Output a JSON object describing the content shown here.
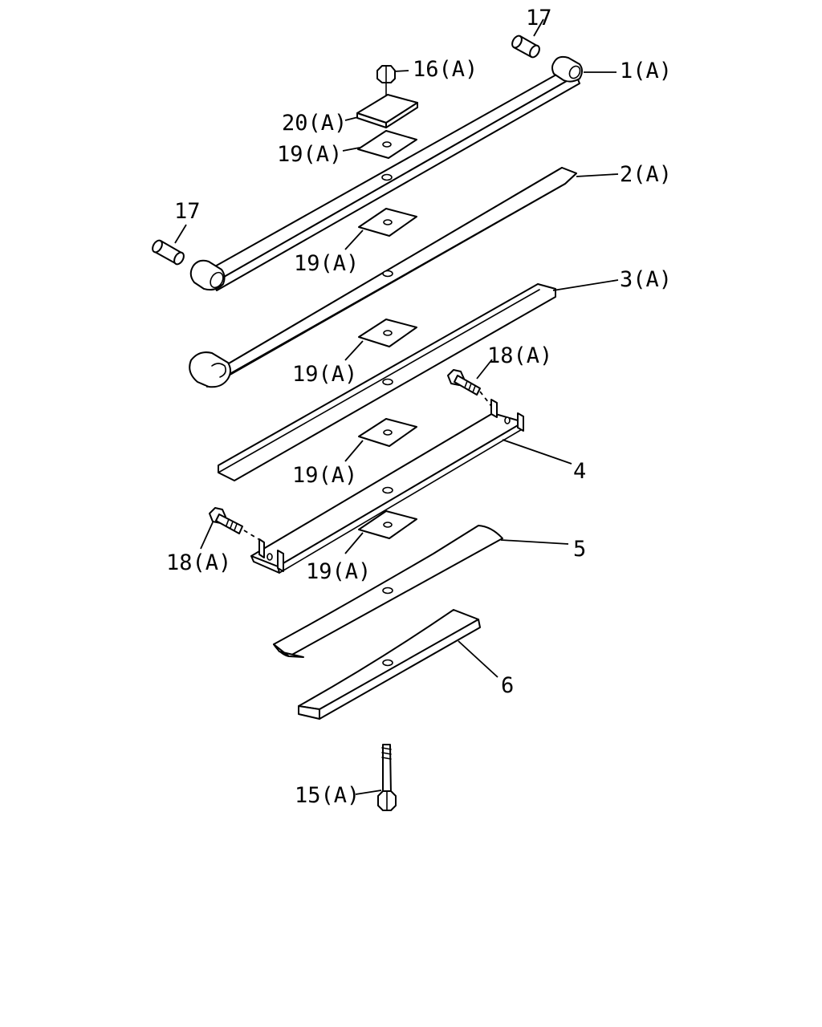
{
  "colors": {
    "line": "#000000",
    "background": "#ffffff"
  },
  "labels": {
    "l17_top": "17",
    "l16": "16(A)",
    "l1": "1(A)",
    "l20": "20(A)",
    "l19_a": "19(A)",
    "l2": "2(A)",
    "l17_left": "17",
    "l19_b": "19(A)",
    "l3": "3(A)",
    "l19_c": "19(A)",
    "l18_right": "18(A)",
    "l4": "4",
    "l19_d": "19(A)",
    "l18_left": "18(A)",
    "l19_e": "19(A)",
    "l5": "5",
    "l6": "6",
    "l15": "15(A)"
  }
}
